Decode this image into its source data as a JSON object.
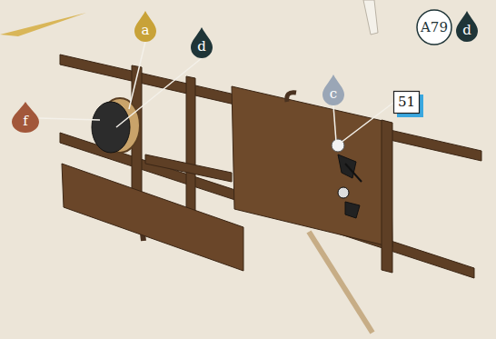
{
  "diagram": {
    "nodes": [
      {
        "text": [
          "a"
        ]
      },
      {
        "text": [
          "d"
        ]
      },
      {
        "text": [
          "A79"
        ]
      },
      {
        "text": [
          "d"
        ]
      },
      {
        "text": [
          "c"
        ]
      },
      {
        "text": [
          "51"
        ]
      },
      {
        "text": [
          "f"
        ]
      }
    ]
  }
}
